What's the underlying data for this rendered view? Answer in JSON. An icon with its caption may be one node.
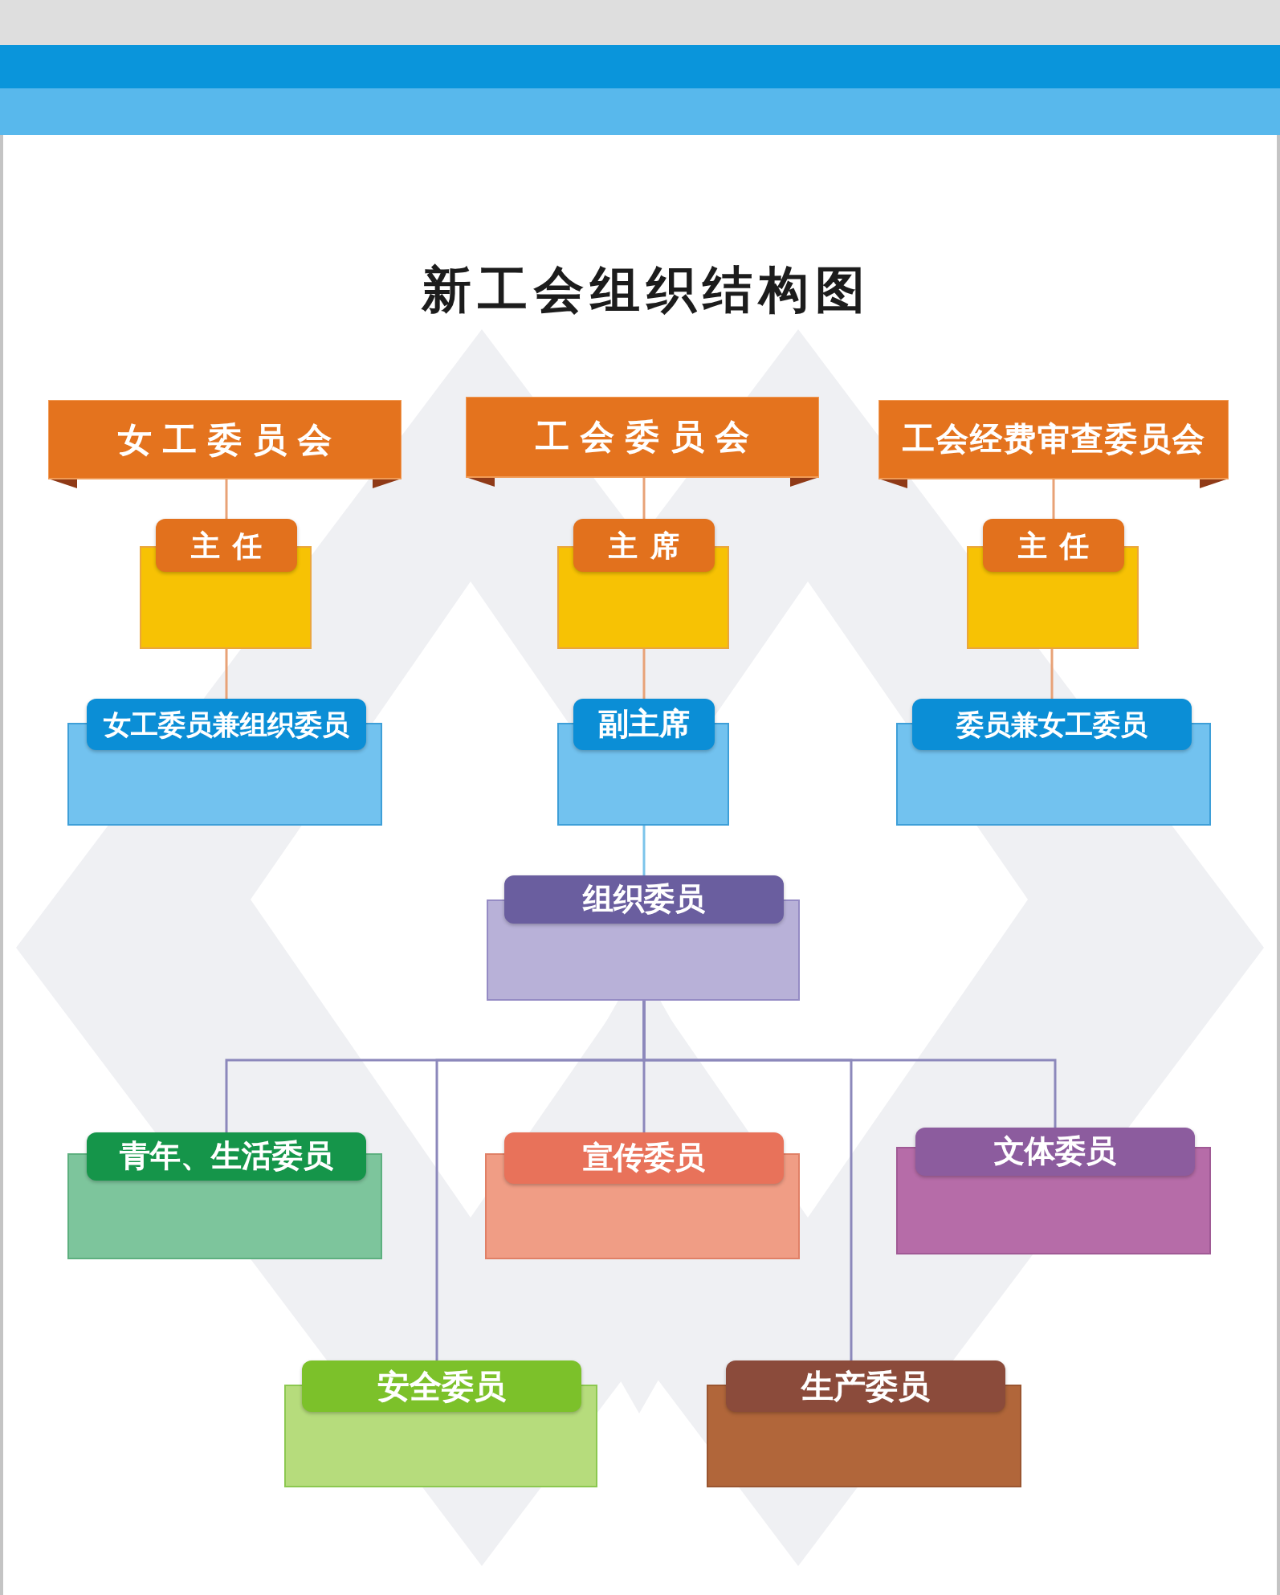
{
  "diagram": {
    "title": "新工会组织结构图",
    "nodes": [
      {
        "text": [
          "女工委员会"
        ]
      },
      {
        "text": [
          "工会委员会"
        ]
      },
      {
        "text": [
          "工会经费审查委员会"
        ]
      },
      {
        "text": [
          "主任"
        ]
      },
      {
        "text": [
          "主席"
        ]
      },
      {
        "text": [
          "主任"
        ]
      },
      {
        "text": [
          "女工委员兼组织委员"
        ]
      },
      {
        "text": [
          "副主席"
        ]
      },
      {
        "text": [
          "委员兼女工委员"
        ]
      },
      {
        "text": [
          "组织委员"
        ]
      },
      {
        "text": [
          "青年、生活委员"
        ]
      },
      {
        "text": [
          "宣传委员"
        ]
      },
      {
        "text": [
          "文体委员"
        ]
      },
      {
        "text": [
          "安全委员"
        ]
      },
      {
        "text": [
          "生产委员"
        ]
      }
    ],
    "edges": [
      {
        "from": 0,
        "to": 3,
        "arrow": "none"
      },
      {
        "from": 3,
        "to": 6,
        "arrow": "none"
      },
      {
        "from": 1,
        "to": 4,
        "arrow": "none"
      },
      {
        "from": 4,
        "to": 7,
        "arrow": "none"
      },
      {
        "from": 2,
        "to": 5,
        "arrow": "none"
      },
      {
        "from": 5,
        "to": 8,
        "arrow": "none"
      },
      {
        "from": 7,
        "to": 9,
        "arrow": "none",
        "color": "#7cc4ea"
      },
      {
        "from": 9,
        "to": 10,
        "arrow": "none",
        "color": "#8c88bb"
      },
      {
        "from": 9,
        "to": 11,
        "arrow": "none",
        "color": "#8c88bb"
      },
      {
        "from": 9,
        "to": 12,
        "arrow": "none",
        "color": "#8c88bb"
      },
      {
        "from": 9,
        "to": 13,
        "arrow": "none",
        "color": "#8c88bb"
      },
      {
        "from": 9,
        "to": 14,
        "arrow": "none",
        "color": "#8c88bb"
      }
    ]
  }
}
